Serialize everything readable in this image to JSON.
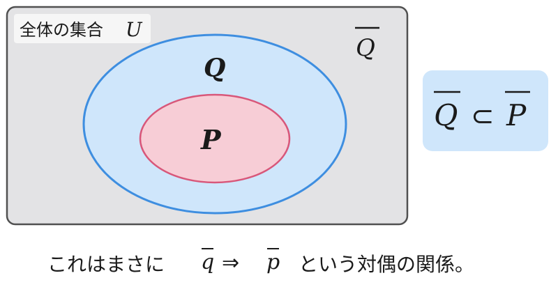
{
  "diagram": {
    "universe_label": "全体の集合",
    "universe_symbol": "U",
    "set_outer": "Q",
    "set_inner": "P",
    "complement_label": "Q",
    "relation": {
      "left": "Q",
      "operator": "⊂",
      "right": "P"
    }
  },
  "caption": {
    "prefix": "これはまさに",
    "left_var": "q",
    "arrow": "⇒",
    "right_var": "p",
    "suffix": "という対偶の関係。"
  },
  "colors": {
    "universe_fill": "#e3e3e5",
    "universe_stroke": "#505050",
    "outer_fill": "#cfe6fb",
    "outer_stroke": "#3e8ee0",
    "inner_fill": "#f7cdd6",
    "inner_stroke": "#d8577a",
    "box_fill": "#cfe6fb"
  }
}
